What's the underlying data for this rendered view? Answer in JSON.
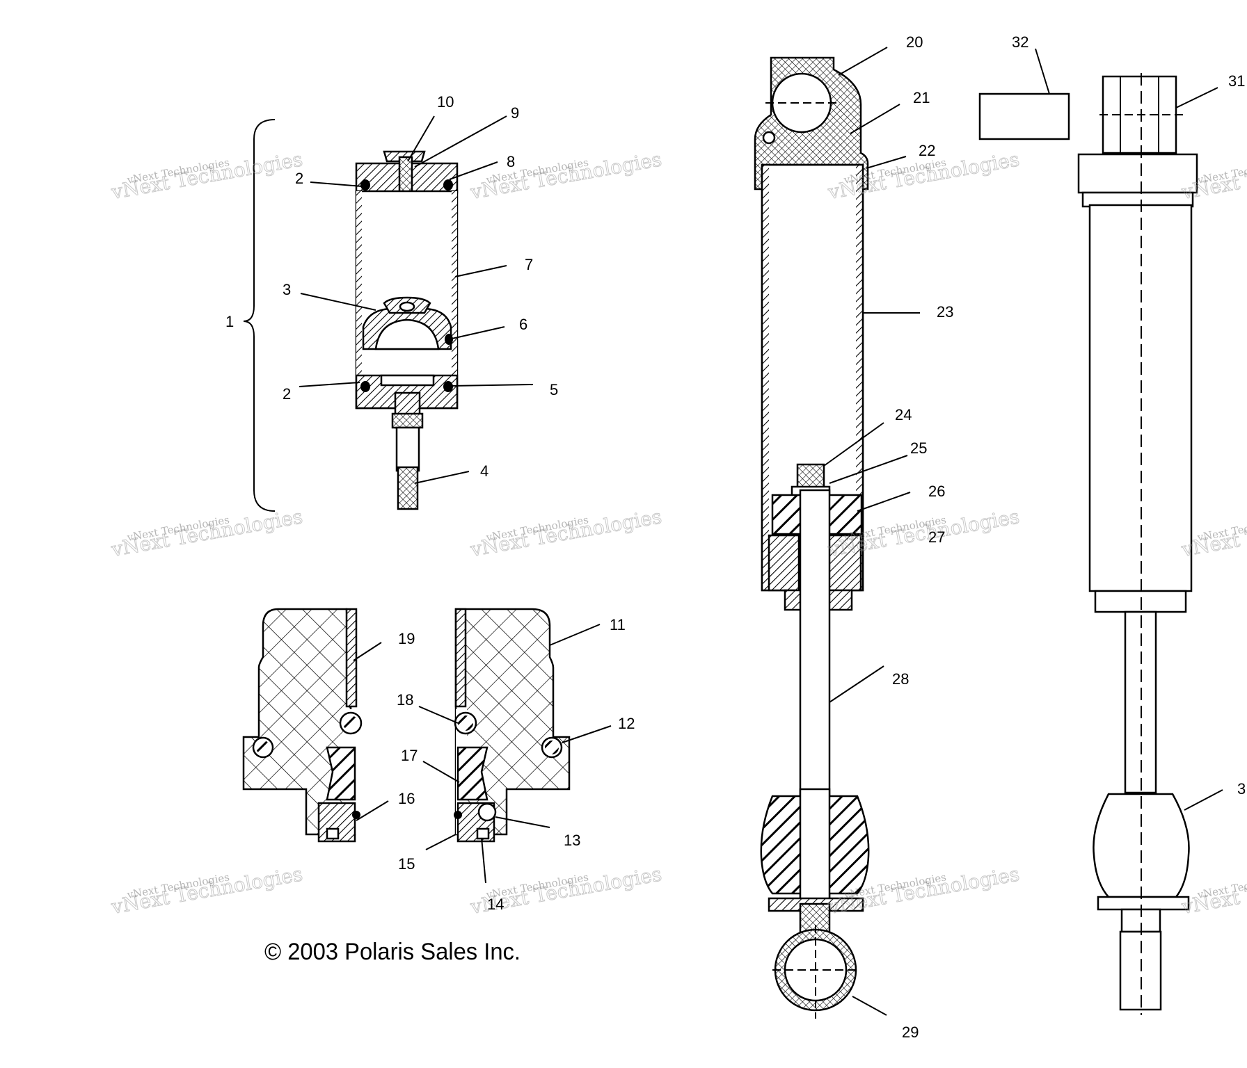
{
  "diagram": {
    "copyright": "© 2003 Polaris Sales Inc.",
    "watermark": {
      "small": "vNext Technologies",
      "big": "vNext Technologies"
    },
    "callouts": [
      "1",
      "2",
      "2",
      "3",
      "4",
      "5",
      "6",
      "7",
      "8",
      "9",
      "10",
      "11",
      "12",
      "13",
      "14",
      "15",
      "16",
      "17",
      "18",
      "19",
      "20",
      "21",
      "22",
      "23",
      "24",
      "25",
      "26",
      "27",
      "28",
      "29",
      "31",
      "32",
      "3"
    ],
    "colors": {
      "ink": "#000000",
      "watermark": "#8a8a8a",
      "background": "#ffffff"
    }
  }
}
